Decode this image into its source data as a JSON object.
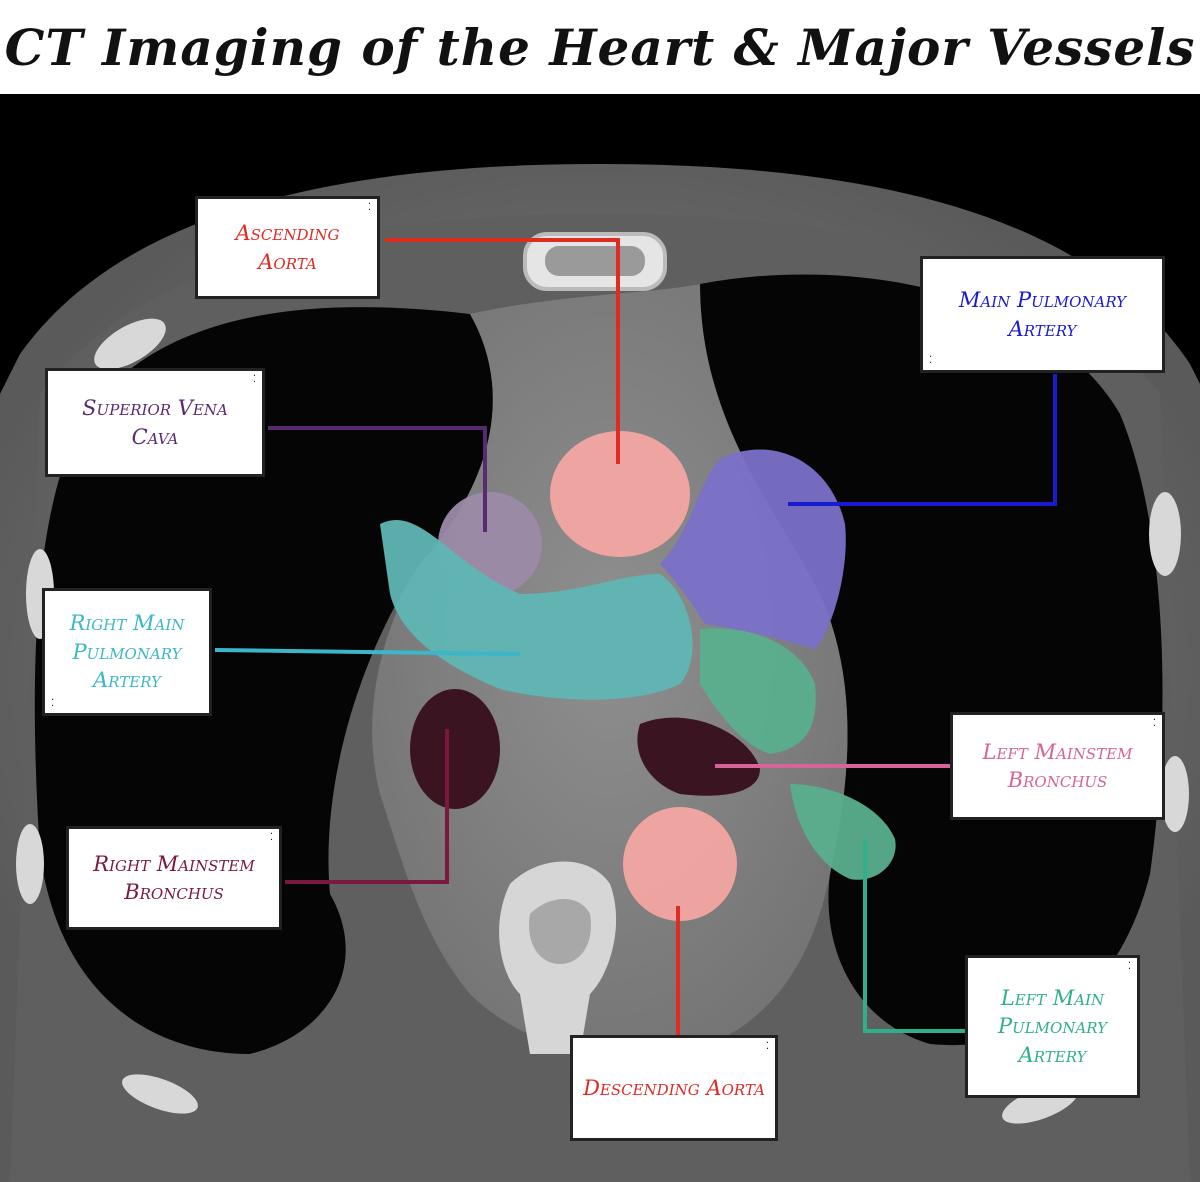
{
  "title": "CT Imaging of the Heart & Major Vessels",
  "labels": {
    "ascending_aorta": "Ascending Aorta",
    "main_pulmonary_artery": "Main Pulmonary Artery",
    "superior_vena_cava": "Superior Vena Cava",
    "right_main_pulmonary_artery": "Right Main Pulmonary Artery",
    "left_mainstem_bronchus": "Left Mainstem Bronchus",
    "right_mainstem_bronchus": "Right Mainstem Bronchus",
    "left_main_pulmonary_artery": "Left Main Pulmonary Artery",
    "descending_aorta": "Descending Aorta"
  },
  "colors": {
    "ascending_aorta": "#e02a24",
    "main_pulmonary_artery": "#1a1ad0",
    "superior_vena_cava": "#5a2a70",
    "right_main_pulmonary_artery": "#3bb7c9",
    "left_mainstem_bronchus": "#d6639a",
    "right_mainstem_bronchus": "#7a1840",
    "left_main_pulmonary_artery": "#2fb08a",
    "descending_aorta": "#e02a24",
    "aorta_fill": "#f3a7a3",
    "svc_fill": "#9b8aa8",
    "mpa_fill": "#7a70c8",
    "rpa_fill": "#5fb6b4",
    "lpa_fill": "#5aae8e",
    "bronchus_fill": "#3a1420"
  }
}
